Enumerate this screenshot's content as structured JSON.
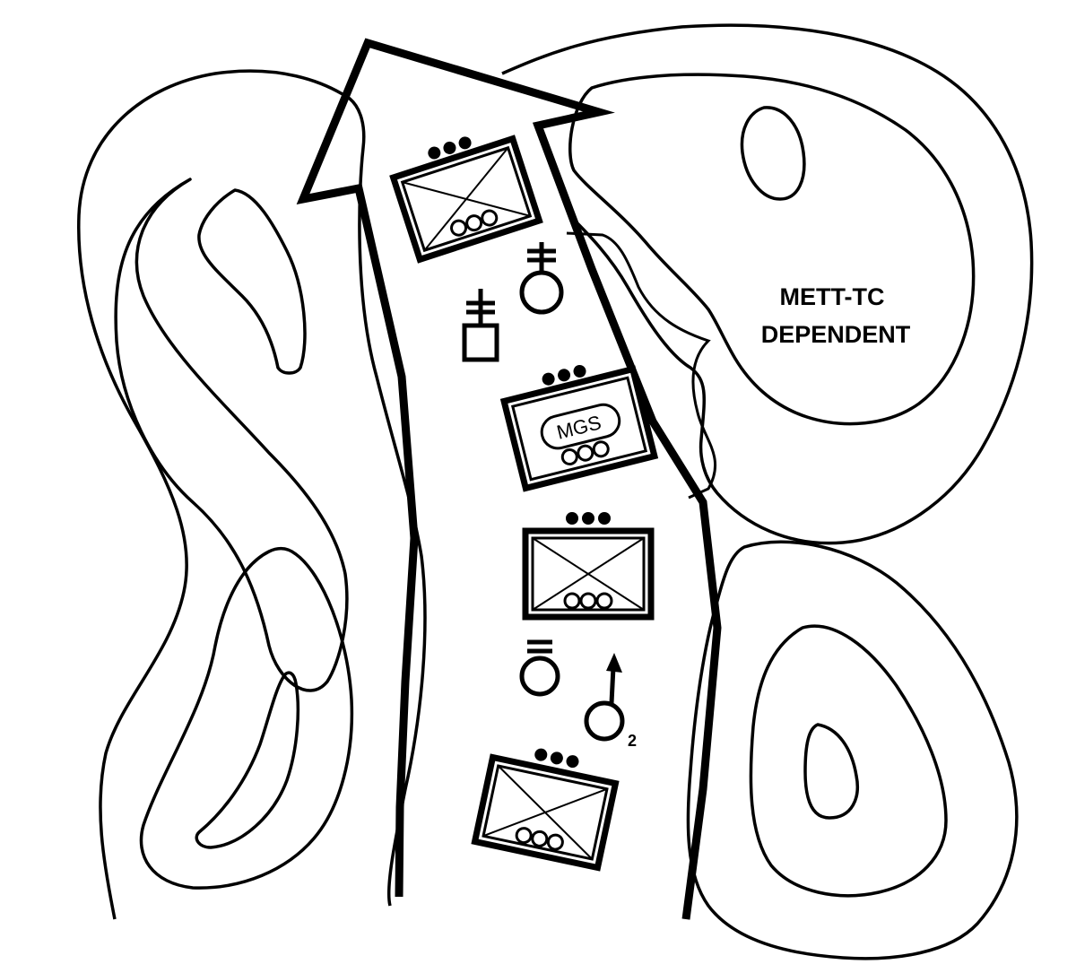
{
  "callout": {
    "line1": "METT-TC",
    "line2": "DEPENDENT"
  },
  "units": {
    "mgs_label": "MGS",
    "subscript": "2"
  }
}
